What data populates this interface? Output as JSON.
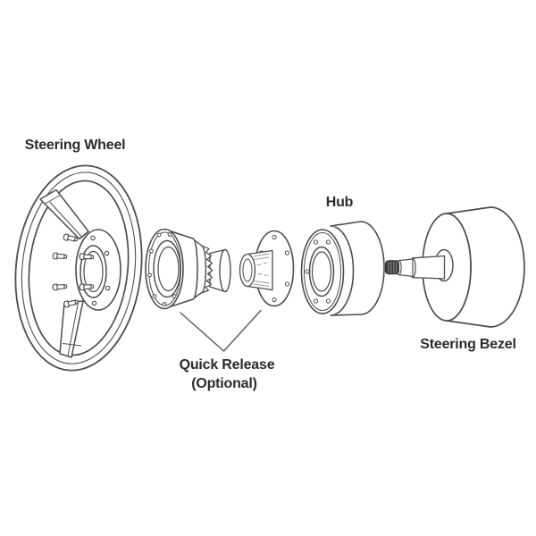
{
  "diagram": {
    "labels": {
      "steering_wheel": "Steering Wheel",
      "hub": "Hub",
      "quick_release_line1": "Quick Release",
      "quick_release_line2": "(Optional)",
      "steering_bezel": "Steering Bezel"
    },
    "colors": {
      "background": "#ffffff",
      "line": "#4d4d4d",
      "text": "#2b2b2b",
      "shaft_tip_fill": "#3a3a3a"
    }
  }
}
